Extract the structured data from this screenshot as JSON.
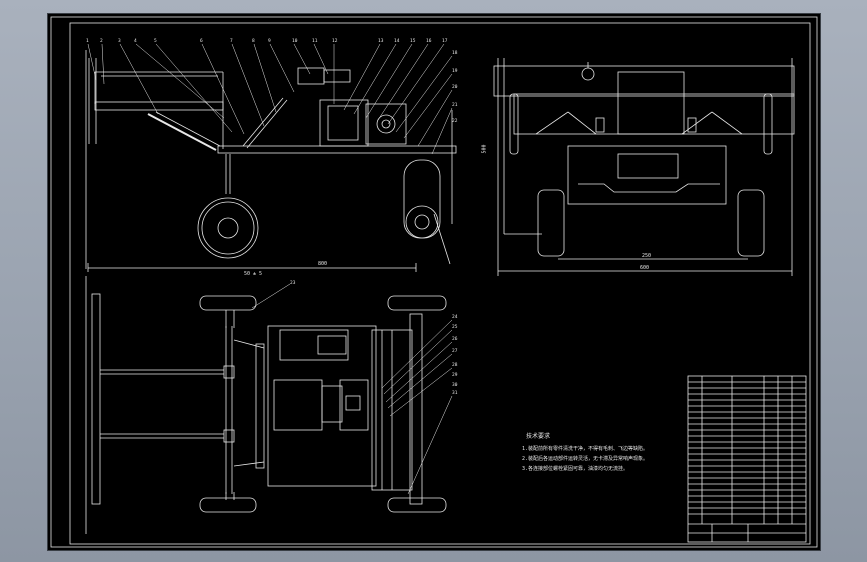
{
  "drawing": {
    "part_callouts_side": [
      "1",
      "2",
      "3",
      "4",
      "5",
      "6",
      "7",
      "8",
      "9",
      "10",
      "11",
      "12",
      "13",
      "14",
      "15",
      "16",
      "17",
      "18",
      "19",
      "20",
      "21",
      "22"
    ],
    "part_callouts_plan": [
      "23",
      "24",
      "25",
      "26",
      "27",
      "28",
      "29",
      "30",
      "31"
    ],
    "dimensions": {
      "side_view_length": "800",
      "side_view_left_note": "50 ± 5",
      "side_view_height": "500",
      "front_view_inner": "250",
      "front_view_overall": "600"
    },
    "technical_notes": {
      "title": "技术要求",
      "lines": [
        "1.装配前所有零件清洗干净，不得有毛刺、飞边等缺陷。",
        "2.装配后各运动部件运转灵活，无卡滞及异常响声现象。",
        "3.各连接部位螺栓紧固可靠，油漆均匀无流挂。"
      ]
    },
    "colors": {
      "line": "#e8e8e8",
      "sheet": "#000000",
      "background": "#9aa3b0",
      "highlight": "#ffffff"
    }
  }
}
